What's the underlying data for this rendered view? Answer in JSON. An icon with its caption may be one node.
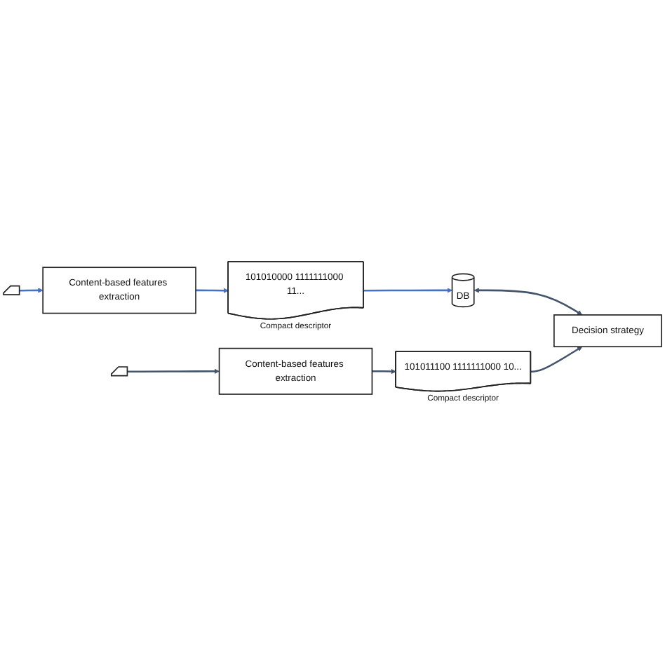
{
  "diagram": {
    "nodes": [
      {
        "text": [],
        "shape": "box"
      },
      {
        "text": [
          "Content-based features extraction"
        ]
      },
      {
        "text": [
          "101010000 1111111000 11..."
        ],
        "beside": [
          "Compact descriptor"
        ]
      },
      {
        "text": [
          "DB"
        ]
      },
      {
        "text": [],
        "shape": "box"
      },
      {
        "text": [
          "Content-based features extraction"
        ]
      },
      {
        "text": [
          "101011100 1111111000 10..."
        ],
        "beside": [
          "Compact descriptor"
        ]
      },
      {
        "text": [
          "Decision strategy"
        ]
      }
    ],
    "edges": [
      {
        "from": 0,
        "to": 1,
        "arrow": "to",
        "color": "#4472c4"
      },
      {
        "from": 1,
        "to": 2,
        "arrow": "to",
        "color": "#4472c4"
      },
      {
        "from": 2,
        "to": 3,
        "arrow": "to",
        "color": "#4472c4"
      },
      {
        "from": 3,
        "to": 7,
        "arrow": "both"
      },
      {
        "from": 4,
        "to": 5,
        "arrow": "to"
      },
      {
        "from": 5,
        "to": 6,
        "arrow": "to"
      },
      {
        "from": 6,
        "to": 7,
        "arrow": "to"
      }
    ]
  }
}
